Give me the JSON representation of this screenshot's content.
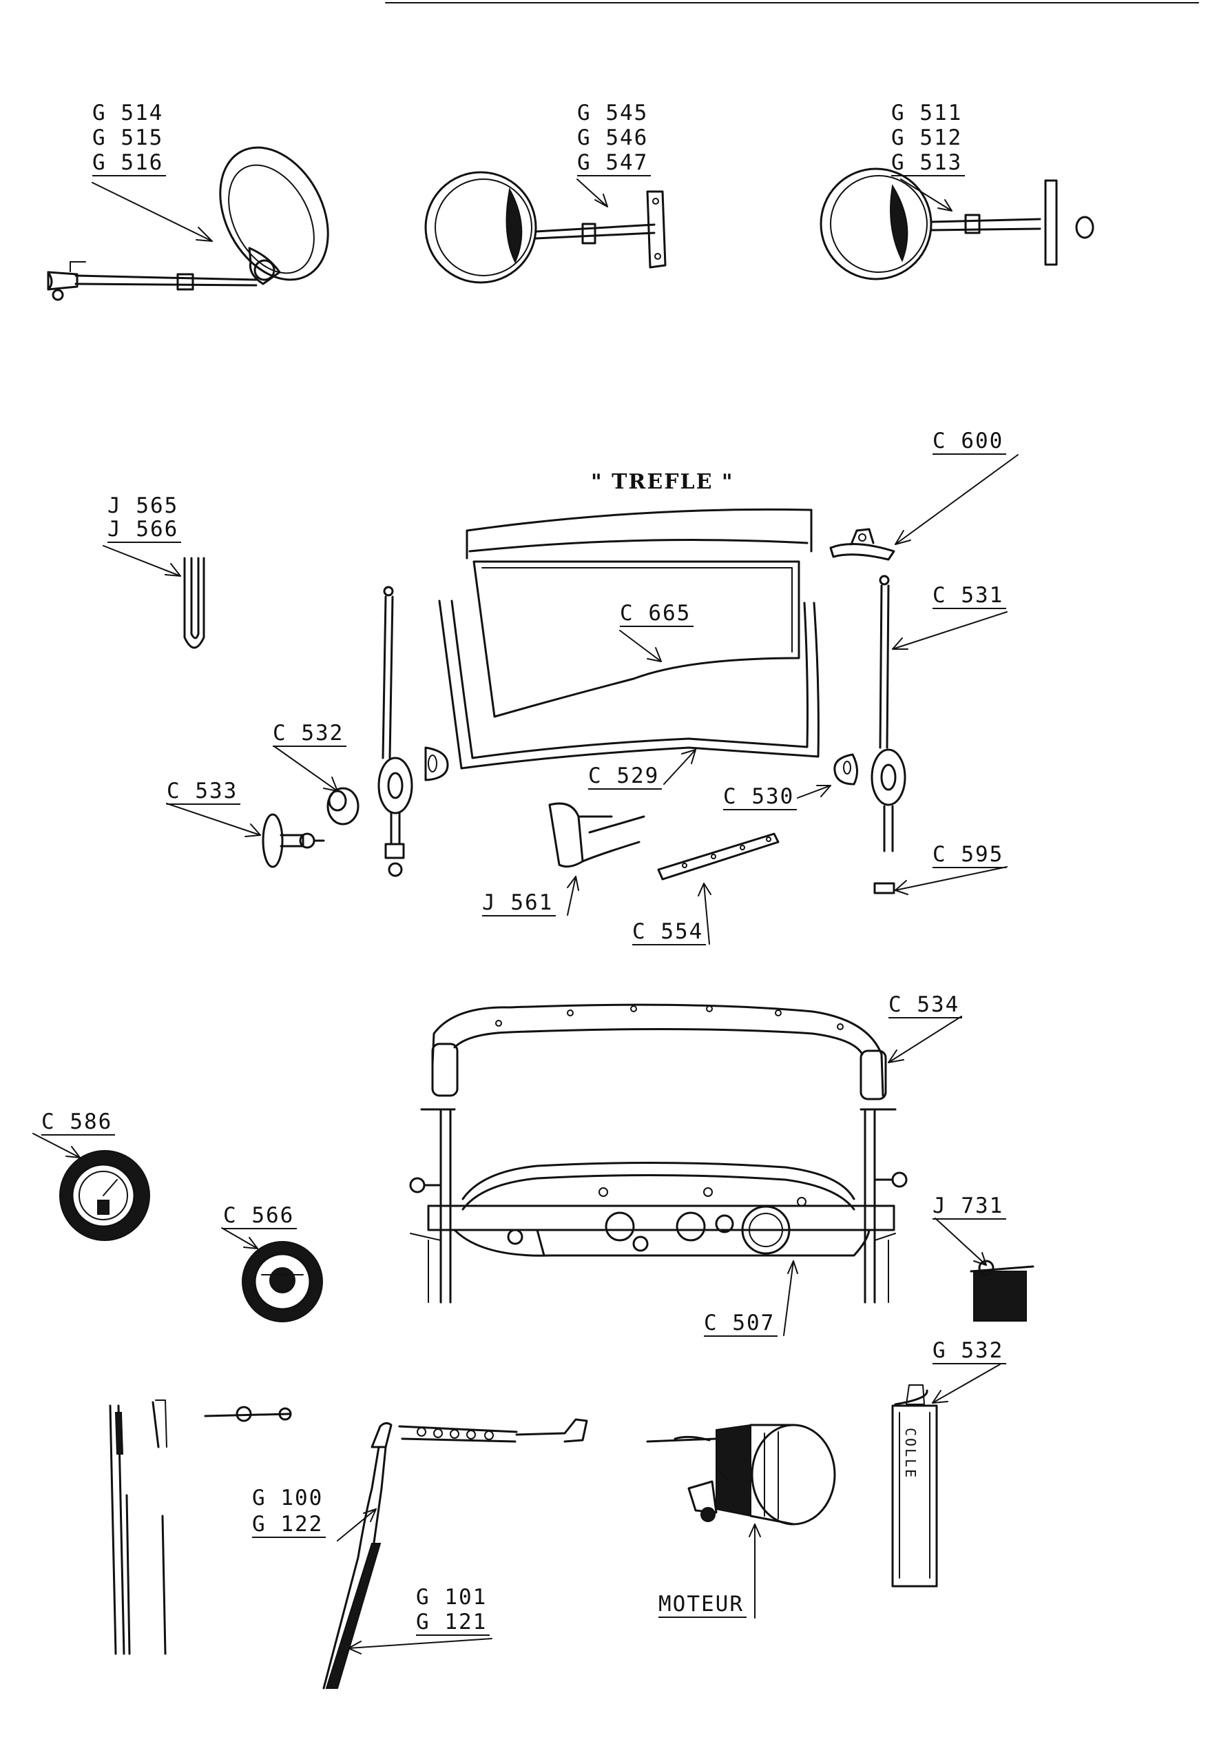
{
  "title": "\" TREFLE \"",
  "labels": {
    "g514": "G 514",
    "g515": "G 515",
    "g516": "G 516",
    "g545": "G 545",
    "g546": "G 546",
    "g547": "G 547",
    "g511": "G 511",
    "g512": "G 512",
    "g513": "G 513",
    "c600": "C 600",
    "j565": "J 565",
    "j566": "J 566",
    "c665": "C 665",
    "c531": "C 531",
    "c532": "C 532",
    "c533": "C 533",
    "c529": "C 529",
    "c530": "C 530",
    "c595": "C 595",
    "j561": "J 561",
    "c554": "C 554",
    "c534": "C 534",
    "c586": "C 586",
    "c566": "C 566",
    "j731": "J 731",
    "c507": "C 507",
    "g532": "G 532",
    "g100": "G 100",
    "g122": "G 122",
    "g101": "G 101",
    "g121": "G 121",
    "moteur": "MOTEUR"
  },
  "tube_text": "COLLE"
}
